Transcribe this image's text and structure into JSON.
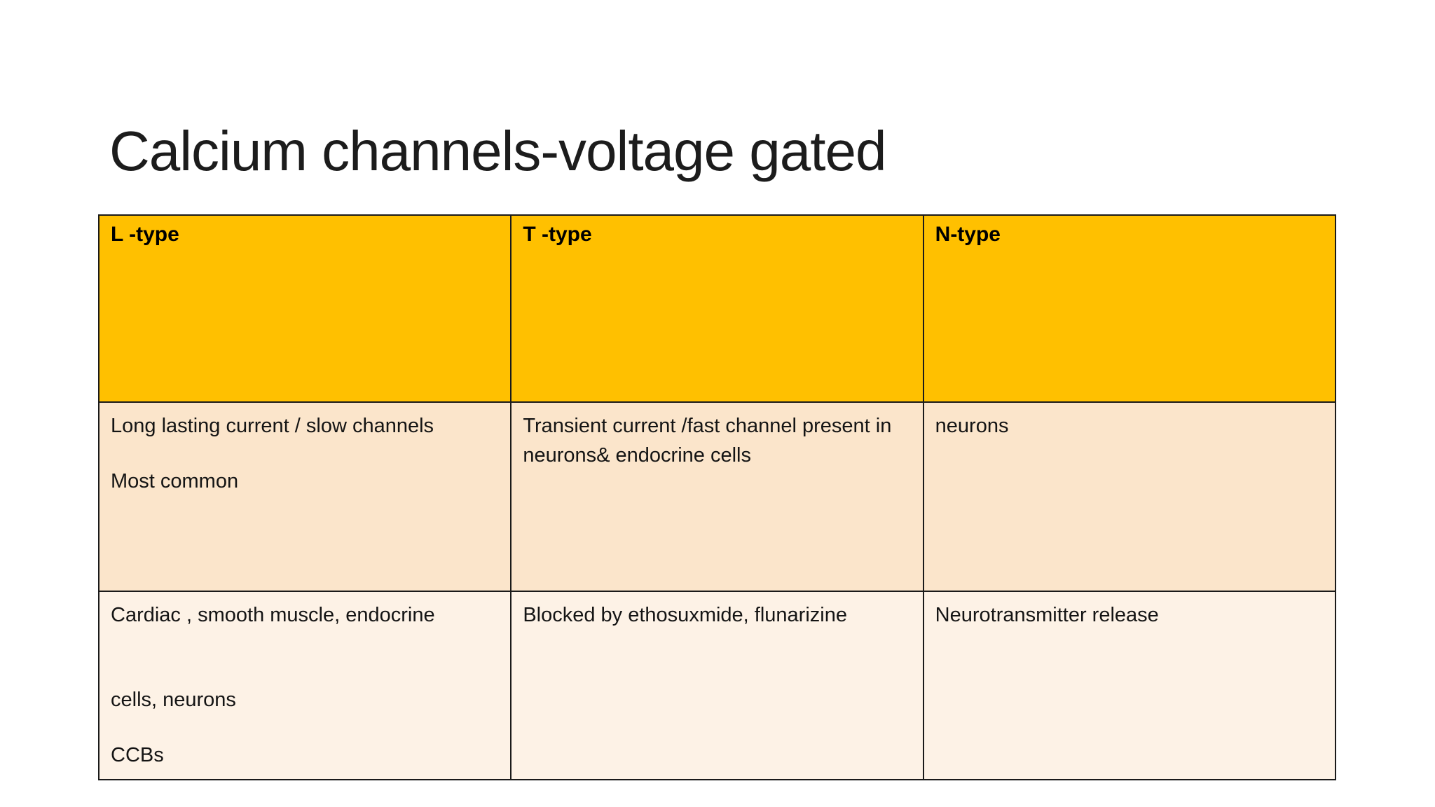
{
  "slide": {
    "title": "Calcium channels-voltage gated"
  },
  "colors": {
    "header_bg": "#FFC000",
    "row1_bg": "#FBE5CB",
    "row2_bg": "#FDF2E6",
    "border": "#1A1A1A",
    "title_text": "#1C1C1C",
    "body_text": "#141414",
    "slide_bg": "#FFFFFF"
  },
  "table": {
    "headers": [
      {
        "label": "L -type"
      },
      {
        "label": "T -type"
      },
      {
        "label": "N-type"
      }
    ],
    "rows": [
      {
        "cells": [
          {
            "paragraphs": [
              "Long lasting current / slow channels",
              "Most common"
            ]
          },
          {
            "paragraphs": [
              "Transient current /fast channel present in neurons& endocrine cells"
            ]
          },
          {
            "paragraphs": [
              "neurons"
            ]
          }
        ]
      },
      {
        "cells": [
          {
            "paragraphs": [
              "Cardiac , smooth muscle, endocrine",
              "cells, neurons",
              "CCBs"
            ]
          },
          {
            "paragraphs": [
              "Blocked by ethosuxmide, flunarizine"
            ]
          },
          {
            "paragraphs": [
              "Neurotransmitter release"
            ]
          }
        ]
      }
    ]
  }
}
